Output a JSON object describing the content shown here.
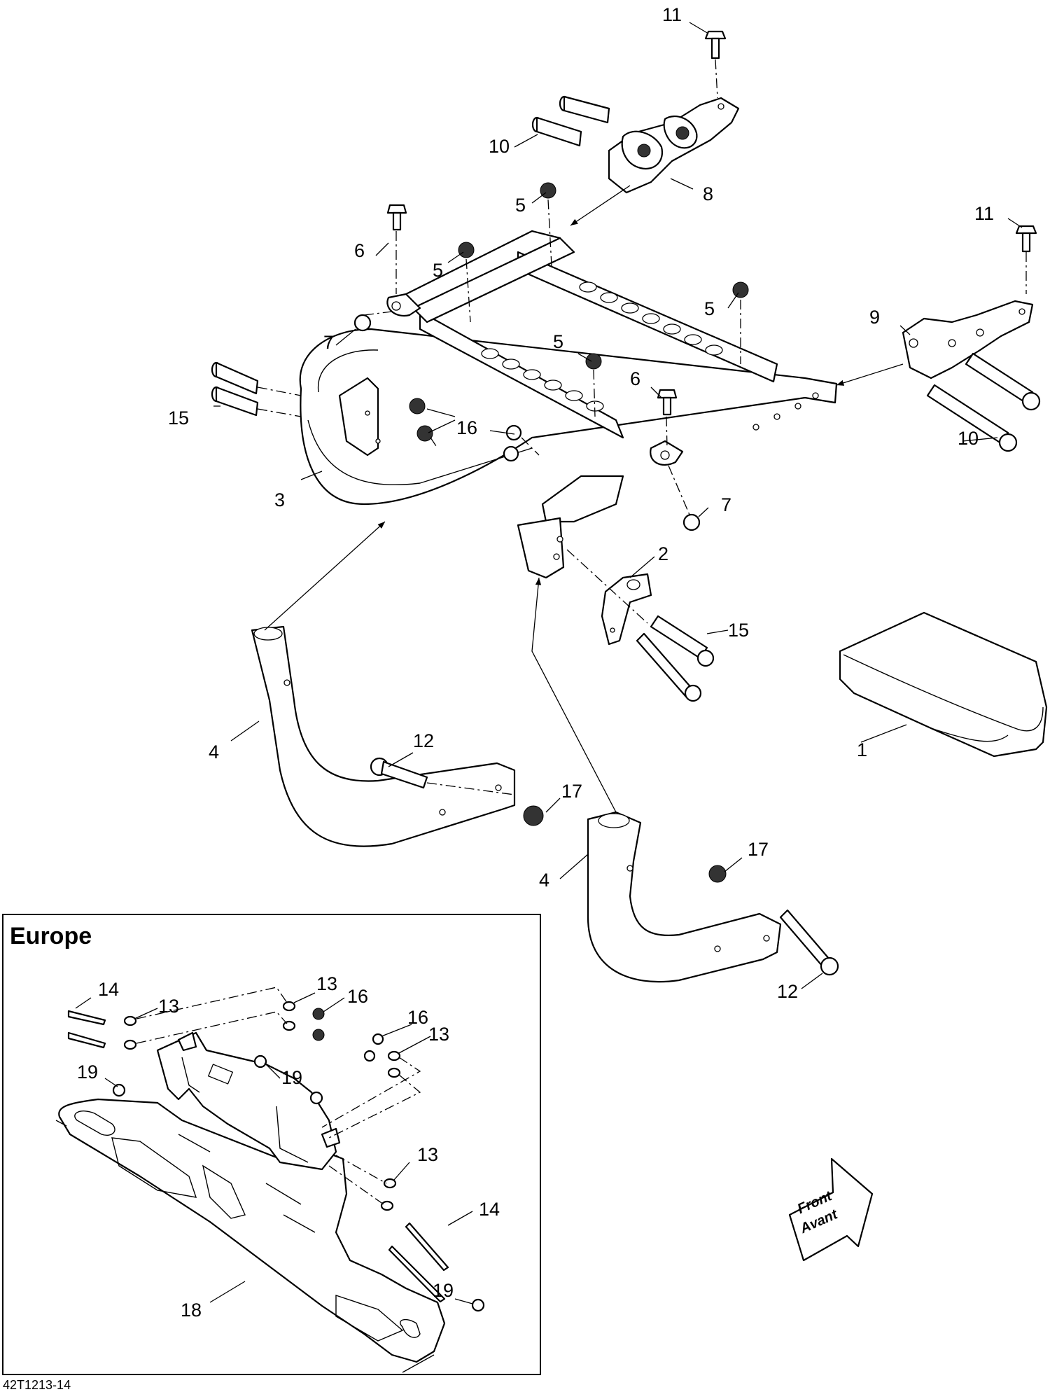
{
  "europe_title": "Europe",
  "drawing_ref": "42T1213-14",
  "front_arrow": {
    "line1": "Front",
    "line2": "Avant"
  },
  "callouts": [
    "1",
    "2",
    "3",
    "4",
    "4",
    "5",
    "5",
    "5",
    "5",
    "6",
    "6",
    "7",
    "7",
    "8",
    "9",
    "10",
    "10",
    "11",
    "11",
    "12",
    "12",
    "15",
    "15",
    "16",
    "17",
    "17"
  ],
  "europe_callouts": [
    "13",
    "13",
    "13",
    "13",
    "14",
    "14",
    "16",
    "16",
    "18",
    "19",
    "19",
    "19"
  ]
}
